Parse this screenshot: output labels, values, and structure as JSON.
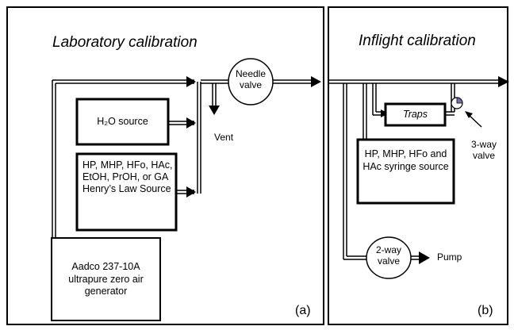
{
  "panel_a": {
    "title": "Laboratory calibration",
    "needle_valve": "Needle valve",
    "h2o_source": "H₂O source",
    "vent": "Vent",
    "henrys_source": "HP, MHP, HFo, HAc, EtOH, PrOH, or GA Henry’s Law Source",
    "zero_air": "Aadco 237-10A ultrapure zero air generator",
    "label": "(a)"
  },
  "panel_b": {
    "title": "Inflight calibration",
    "traps": "Traps",
    "three_way_valve": "3-way valve",
    "syringe_source": "HP, MHP, HFo and HAc syringe source",
    "two_way_valve": "2-way valve",
    "pump": "Pump",
    "label": "(b)"
  },
  "colors": {
    "line": "#000000",
    "valve_fill": "#7b6bb0"
  }
}
